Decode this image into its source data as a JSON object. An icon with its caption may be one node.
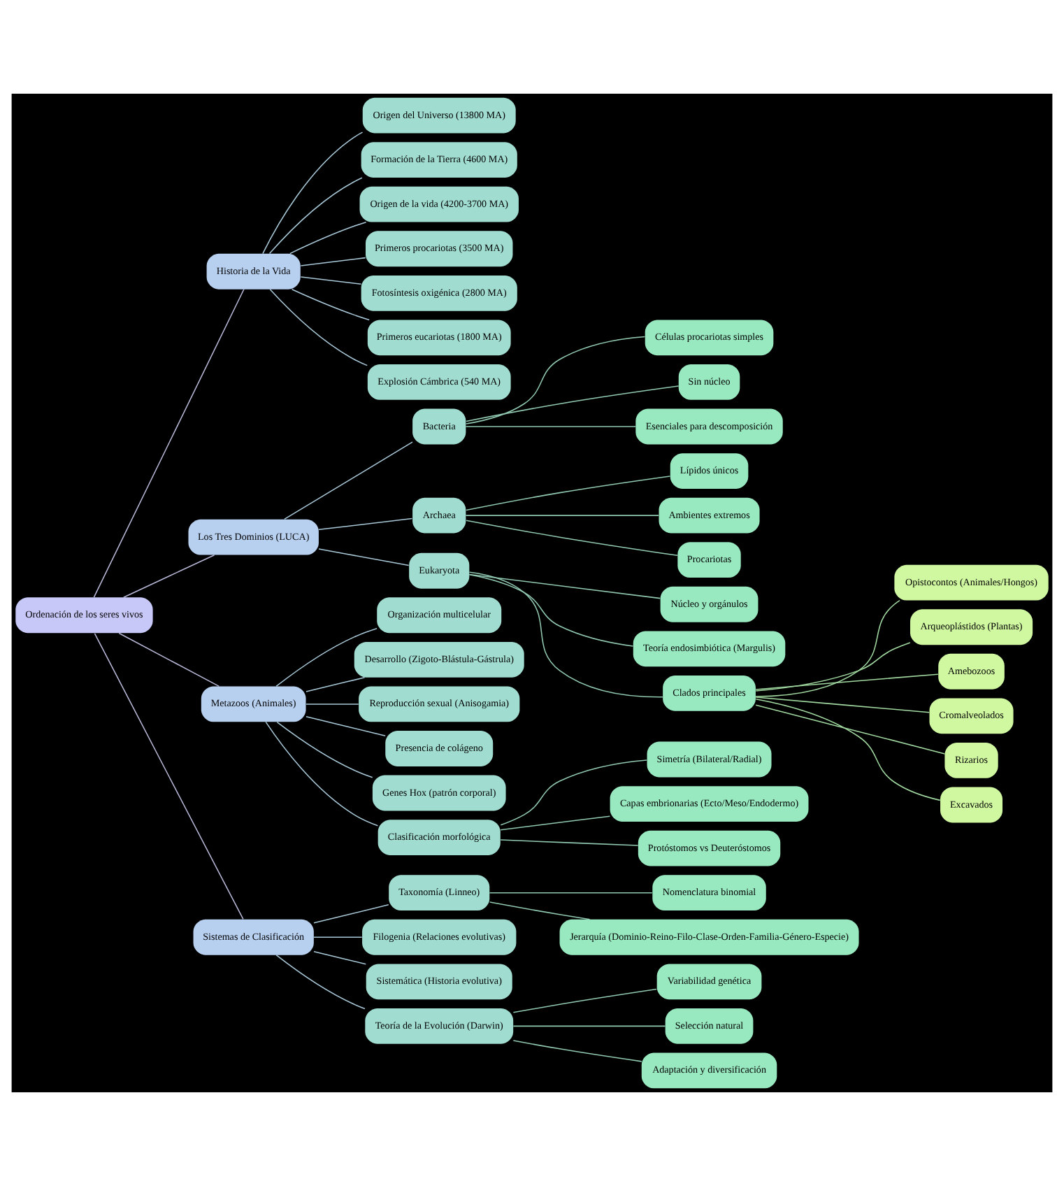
{
  "diagram": {
    "nodes": [
      {
        "text": [
          "Ordenación de los seres vivos"
        ]
      },
      {
        "text": [
          "Historia de la Vida"
        ]
      },
      {
        "text": [
          "Origen del Universo (13800 MA)"
        ]
      },
      {
        "text": [
          "Formación de la Tierra (4600 MA)"
        ]
      },
      {
        "text": [
          "Origen de la vida (4200-3700 MA)"
        ]
      },
      {
        "text": [
          "Primeros procariotas (3500 MA)"
        ]
      },
      {
        "text": [
          "Fotosíntesis oxigénica (2800 MA)"
        ]
      },
      {
        "text": [
          "Primeros eucariotas (1800 MA)"
        ]
      },
      {
        "text": [
          "Explosión Cámbrica (540 MA)"
        ]
      },
      {
        "text": [
          "Los Tres Dominios (LUCA)"
        ]
      },
      {
        "text": [
          "Bacteria"
        ]
      },
      {
        "text": [
          "Células procariotas simples"
        ]
      },
      {
        "text": [
          "Sin núcleo"
        ]
      },
      {
        "text": [
          "Esenciales para descomposición"
        ]
      },
      {
        "text": [
          "Archaea"
        ]
      },
      {
        "text": [
          "Lípidos únicos"
        ]
      },
      {
        "text": [
          "Ambientes extremos"
        ]
      },
      {
        "text": [
          "Procariotas"
        ]
      },
      {
        "text": [
          "Eukaryota"
        ]
      },
      {
        "text": [
          "Núcleo y orgánulos"
        ]
      },
      {
        "text": [
          "Teoría endosimbiótica (Margulis)"
        ]
      },
      {
        "text": [
          "Clados principales"
        ]
      },
      {
        "text": [
          "Opistocontos (Animales/Hongos)"
        ]
      },
      {
        "text": [
          "Arqueoplástidos (Plantas)"
        ]
      },
      {
        "text": [
          "Amebozoos"
        ]
      },
      {
        "text": [
          "Cromalveolados"
        ]
      },
      {
        "text": [
          "Rizarios"
        ]
      },
      {
        "text": [
          "Excavados"
        ]
      },
      {
        "text": [
          "Metazoos (Animales)"
        ]
      },
      {
        "text": [
          "Organización multicelular"
        ]
      },
      {
        "text": [
          "Desarrollo (Zigoto-Blástula-Gástrula)"
        ]
      },
      {
        "text": [
          "Reproducción sexual (Anisogamia)"
        ]
      },
      {
        "text": [
          "Presencia de colágeno"
        ]
      },
      {
        "text": [
          "Genes Hox (patrón corporal)"
        ]
      },
      {
        "text": [
          "Clasificación morfológica"
        ]
      },
      {
        "text": [
          "Simetría (Bilateral/Radial)"
        ]
      },
      {
        "text": [
          "Capas embrionarias (Ecto/Meso/Endodermo)"
        ]
      },
      {
        "text": [
          "Protóstomos vs Deuteróstomos"
        ]
      },
      {
        "text": [
          "Sistemas de Clasificación"
        ]
      },
      {
        "text": [
          "Taxonomía (Linneo)"
        ]
      },
      {
        "text": [
          "Nomenclatura binomial"
        ]
      },
      {
        "text": [
          "Jerarquía (Dominio-Reino-Filo-Clase-Orden-Familia-Género-Especie)"
        ]
      },
      {
        "text": [
          "Filogenia (Relaciones evolutivas)"
        ]
      },
      {
        "text": [
          "Sistemática (Historia evolutiva)"
        ]
      },
      {
        "text": [
          "Teoría de la Evolución (Darwin)"
        ]
      },
      {
        "text": [
          "Variabilidad genética"
        ]
      },
      {
        "text": [
          "Selección natural"
        ]
      },
      {
        "text": [
          "Adaptación y diversificación"
        ]
      }
    ],
    "edges": [
      {
        "from": 0,
        "to": 1,
        "arrow": "none"
      },
      {
        "from": 1,
        "to": 2,
        "arrow": "none"
      },
      {
        "from": 1,
        "to": 3,
        "arrow": "none"
      },
      {
        "from": 1,
        "to": 4,
        "arrow": "none"
      },
      {
        "from": 1,
        "to": 5,
        "arrow": "none"
      },
      {
        "from": 1,
        "to": 6,
        "arrow": "none"
      },
      {
        "from": 1,
        "to": 7,
        "arrow": "none"
      },
      {
        "from": 1,
        "to": 8,
        "arrow": "none"
      },
      {
        "from": 0,
        "to": 9,
        "arrow": "none"
      },
      {
        "from": 9,
        "to": 10,
        "arrow": "none"
      },
      {
        "from": 10,
        "to": 11,
        "arrow": "none"
      },
      {
        "from": 10,
        "to": 12,
        "arrow": "none"
      },
      {
        "from": 10,
        "to": 13,
        "arrow": "none"
      },
      {
        "from": 9,
        "to": 14,
        "arrow": "none"
      },
      {
        "from": 14,
        "to": 15,
        "arrow": "none"
      },
      {
        "from": 14,
        "to": 16,
        "arrow": "none"
      },
      {
        "from": 14,
        "to": 17,
        "arrow": "none"
      },
      {
        "from": 9,
        "to": 18,
        "arrow": "none"
      },
      {
        "from": 18,
        "to": 19,
        "arrow": "none"
      },
      {
        "from": 18,
        "to": 20,
        "arrow": "none"
      },
      {
        "from": 18,
        "to": 21,
        "arrow": "none"
      },
      {
        "from": 21,
        "to": 22,
        "arrow": "none"
      },
      {
        "from": 21,
        "to": 23,
        "arrow": "none"
      },
      {
        "from": 21,
        "to": 24,
        "arrow": "none"
      },
      {
        "from": 21,
        "to": 25,
        "arrow": "none"
      },
      {
        "from": 21,
        "to": 26,
        "arrow": "none"
      },
      {
        "from": 21,
        "to": 27,
        "arrow": "none"
      },
      {
        "from": 0,
        "to": 28,
        "arrow": "none"
      },
      {
        "from": 28,
        "to": 29,
        "arrow": "none"
      },
      {
        "from": 28,
        "to": 30,
        "arrow": "none"
      },
      {
        "from": 28,
        "to": 31,
        "arrow": "none"
      },
      {
        "from": 28,
        "to": 32,
        "arrow": "none"
      },
      {
        "from": 28,
        "to": 33,
        "arrow": "none"
      },
      {
        "from": 28,
        "to": 34,
        "arrow": "none"
      },
      {
        "from": 34,
        "to": 35,
        "arrow": "none"
      },
      {
        "from": 34,
        "to": 36,
        "arrow": "none"
      },
      {
        "from": 34,
        "to": 37,
        "arrow": "none"
      },
      {
        "from": 0,
        "to": 38,
        "arrow": "none"
      },
      {
        "from": 38,
        "to": 39,
        "arrow": "none"
      },
      {
        "from": 39,
        "to": 40,
        "arrow": "none"
      },
      {
        "from": 39,
        "to": 41,
        "arrow": "none"
      },
      {
        "from": 38,
        "to": 42,
        "arrow": "none"
      },
      {
        "from": 38,
        "to": 43,
        "arrow": "none"
      },
      {
        "from": 38,
        "to": 44,
        "arrow": "none"
      },
      {
        "from": 44,
        "to": 45,
        "arrow": "none"
      },
      {
        "from": 44,
        "to": 46,
        "arrow": "none"
      },
      {
        "from": 44,
        "to": 47,
        "arrow": "none"
      }
    ]
  }
}
